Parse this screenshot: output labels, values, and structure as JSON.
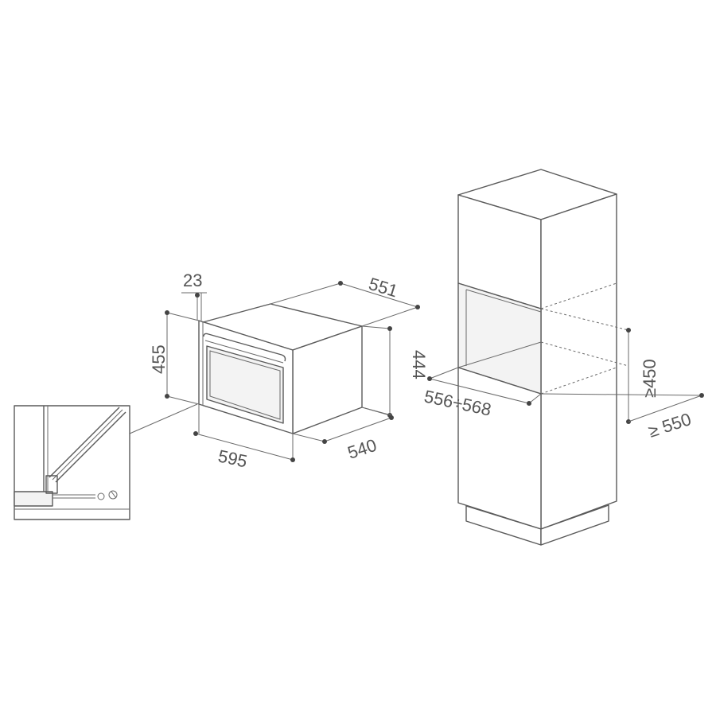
{
  "oven_dimensions": {
    "depth_overall": "551",
    "front_panel_thickness": "23",
    "height_front": "455",
    "height_body": "444",
    "width": "595",
    "depth_body": "540"
  },
  "cabinet_dimensions": {
    "niche_width": "556÷568",
    "niche_height": "≥450",
    "niche_depth": "≥ 550"
  },
  "colors": {
    "line": "#5a5a5a",
    "text": "#555555",
    "background": "#ffffff"
  }
}
